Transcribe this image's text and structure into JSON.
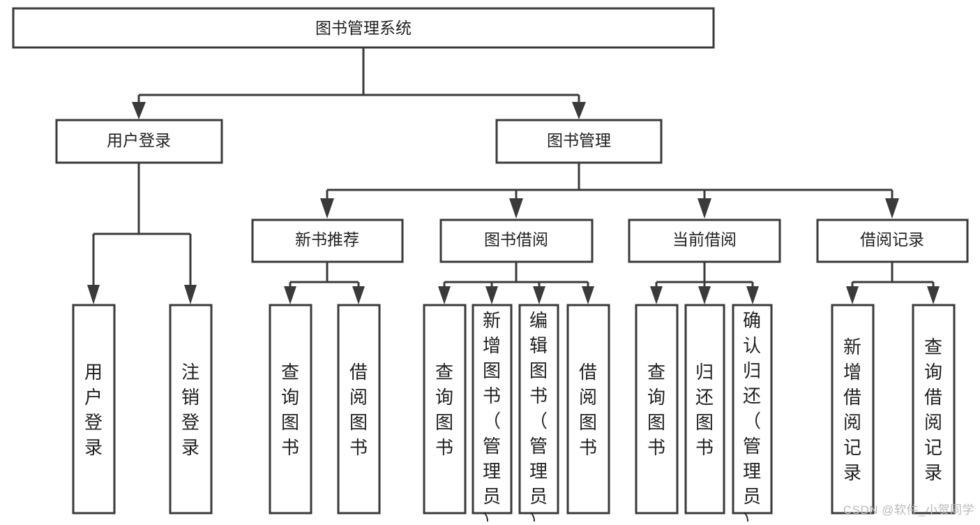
{
  "diagram": {
    "title": "图书管理系统",
    "type": "tree",
    "orientation": "top-down",
    "root": {
      "id": "root",
      "label": "图书管理系统"
    },
    "level1": [
      {
        "id": "user-login",
        "label": "用户登录"
      },
      {
        "id": "book-management",
        "label": "图书管理"
      }
    ],
    "level2": [
      {
        "id": "new-book-recommend",
        "label": "新书推荐",
        "parent": "book-management"
      },
      {
        "id": "book-borrow",
        "label": "图书借阅",
        "parent": "book-management"
      },
      {
        "id": "current-borrow",
        "label": "当前借阅",
        "parent": "book-management"
      },
      {
        "id": "borrow-record",
        "label": "借阅记录",
        "parent": "book-management"
      }
    ],
    "leaves": {
      "user-login": [
        {
          "id": "leaf-user-login",
          "label": "用户登录"
        },
        {
          "id": "leaf-logout-login",
          "label": "注销登录"
        }
      ],
      "new-book-recommend": [
        {
          "id": "leaf-query-book-1",
          "label": "查询图书"
        },
        {
          "id": "leaf-borrow-book-1",
          "label": "借阅图书"
        }
      ],
      "book-borrow": [
        {
          "id": "leaf-query-book-2",
          "label": "查询图书"
        },
        {
          "id": "leaf-add-book",
          "label": "新增图书（管理员）"
        },
        {
          "id": "leaf-edit-book",
          "label": "编辑图书（管理员）"
        },
        {
          "id": "leaf-borrow-book-2",
          "label": "借阅图书"
        }
      ],
      "current-borrow": [
        {
          "id": "leaf-query-book-3",
          "label": "查询图书"
        },
        {
          "id": "leaf-return-book",
          "label": "归还图书"
        },
        {
          "id": "leaf-confirm-return",
          "label": "确认归还（管理员）"
        }
      ],
      "borrow-record": [
        {
          "id": "leaf-add-record",
          "label": "新增借阅记录"
        },
        {
          "id": "leaf-query-record",
          "label": "查询借阅记录"
        }
      ]
    }
  },
  "watermark": {
    "text": "CSDN @软件_小贺同学"
  },
  "colors": {
    "box_stroke": "#3a3a3a",
    "box_fill": "#ffffff",
    "text": "#1f1f1f",
    "background": "#ffffff",
    "watermark": "#b9b9b9"
  }
}
